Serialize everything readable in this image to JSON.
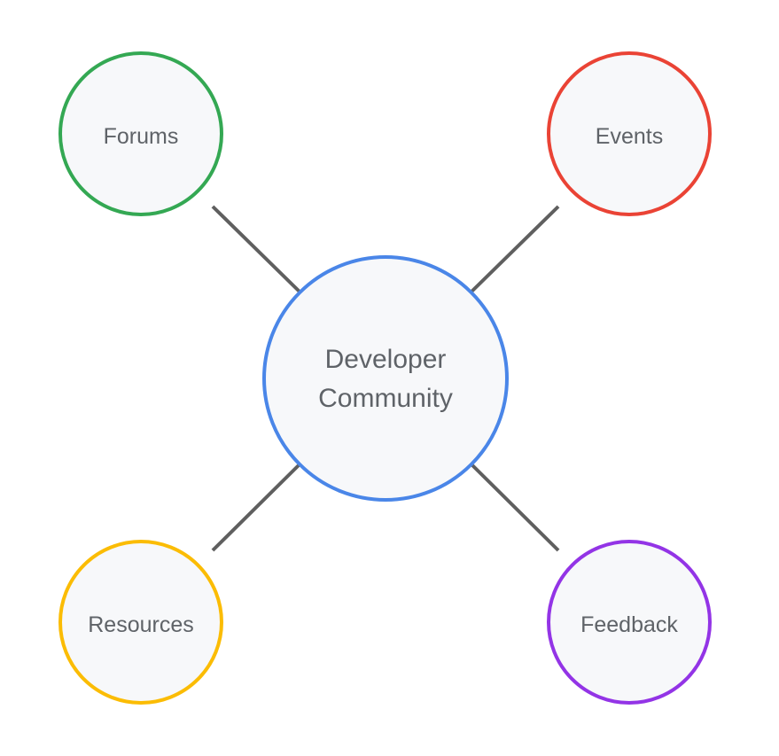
{
  "diagram": {
    "center": {
      "label": "Developer Community",
      "color": "#4a86e8"
    },
    "nodes": [
      {
        "id": "forums",
        "label": "Forums",
        "color": "#34a853"
      },
      {
        "id": "events",
        "label": "Events",
        "color": "#ea4335"
      },
      {
        "id": "resources",
        "label": "Resources",
        "color": "#fbbc04"
      },
      {
        "id": "feedback",
        "label": "Feedback",
        "color": "#9334e6"
      }
    ],
    "connector_color": "#5f5f5f"
  }
}
